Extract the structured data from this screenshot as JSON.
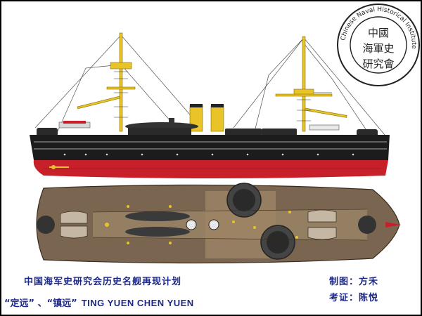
{
  "seal": {
    "ring_text": "Chinese Naval Historical Institute",
    "center_chars": "中國海軍史研究會"
  },
  "caption": {
    "title": "中国海军史研究会历史名舰再现计划",
    "ships_cn": "“定远” 、“镇远”",
    "ships_en": "TING YUEN CHEN YUEN",
    "drawn_by": "制图：方禾",
    "checked_by": "考证：陈悦"
  },
  "colors": {
    "hull_black": "#1c1c1c",
    "hull_red": "#c8202a",
    "mast_yellow": "#e8c428",
    "deck_brown": "#7a6650",
    "caption_blue": "#1e2a8a"
  }
}
